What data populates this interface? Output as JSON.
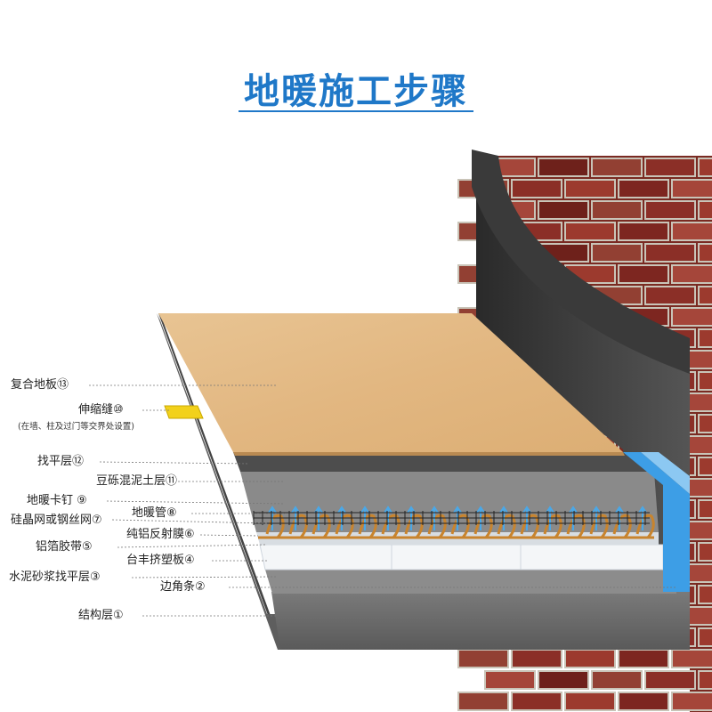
{
  "title": "地暖施工步骤",
  "colors": {
    "title": "#1f78c8",
    "brick": "#8b2f27",
    "mortar": "#c9c4b8",
    "wood": "#e3b983",
    "insulation_blue": "#4aa8e8",
    "pipe": "#c8842e",
    "concrete": "#6e6e6e"
  },
  "labels": [
    {
      "text": "复合地板⑬"
    },
    {
      "text": "伸缩缝⑩"
    },
    {
      "text": "(在墙、柱及过门等交界处设置)"
    },
    {
      "text": "找平层⑫"
    },
    {
      "text": "豆砾混泥土层⑪"
    },
    {
      "text": "地暖卡钉 ⑨"
    },
    {
      "text": "地暖管⑧"
    },
    {
      "text": "硅晶网或钢丝网⑦"
    },
    {
      "text": "纯铝反射膜⑥"
    },
    {
      "text": "铝箔胶带⑤"
    },
    {
      "text": "台丰挤塑板④"
    },
    {
      "text": "水泥砂浆找平层③"
    },
    {
      "text": "边角条②"
    },
    {
      "text": "结构层①"
    }
  ]
}
